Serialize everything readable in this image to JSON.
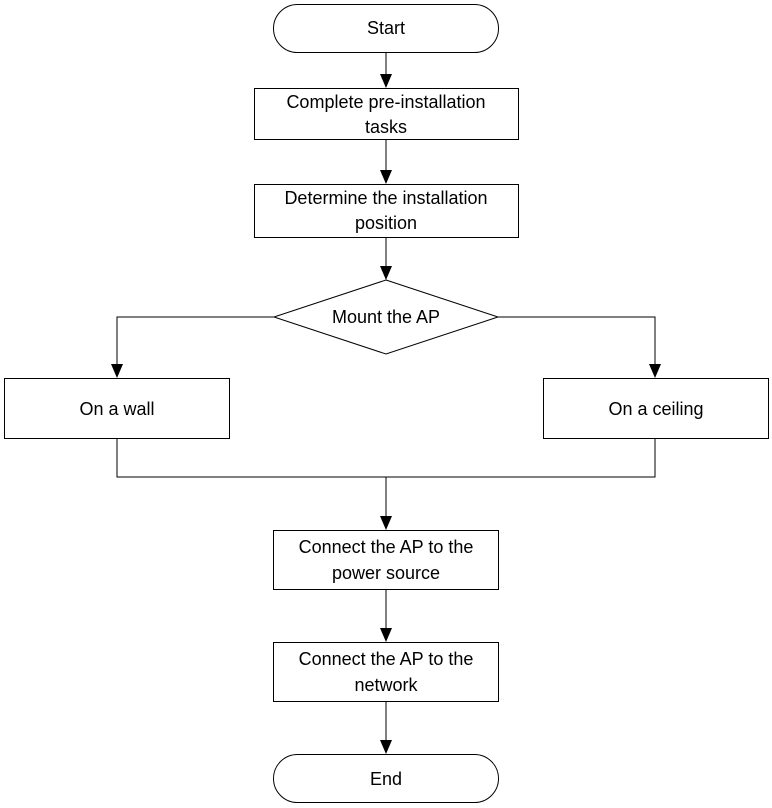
{
  "flowchart": {
    "start": "Start",
    "pre_installation": [
      "Complete pre-installation",
      "tasks"
    ],
    "determine_position": [
      "Determine the installation",
      "position"
    ],
    "mount_decision": "Mount the AP",
    "on_wall": "On a wall",
    "on_ceiling": "On a ceiling",
    "connect_power": [
      "Connect the AP to the",
      "power source"
    ],
    "connect_network": [
      "Connect the AP to the",
      "network"
    ],
    "end": "End"
  }
}
